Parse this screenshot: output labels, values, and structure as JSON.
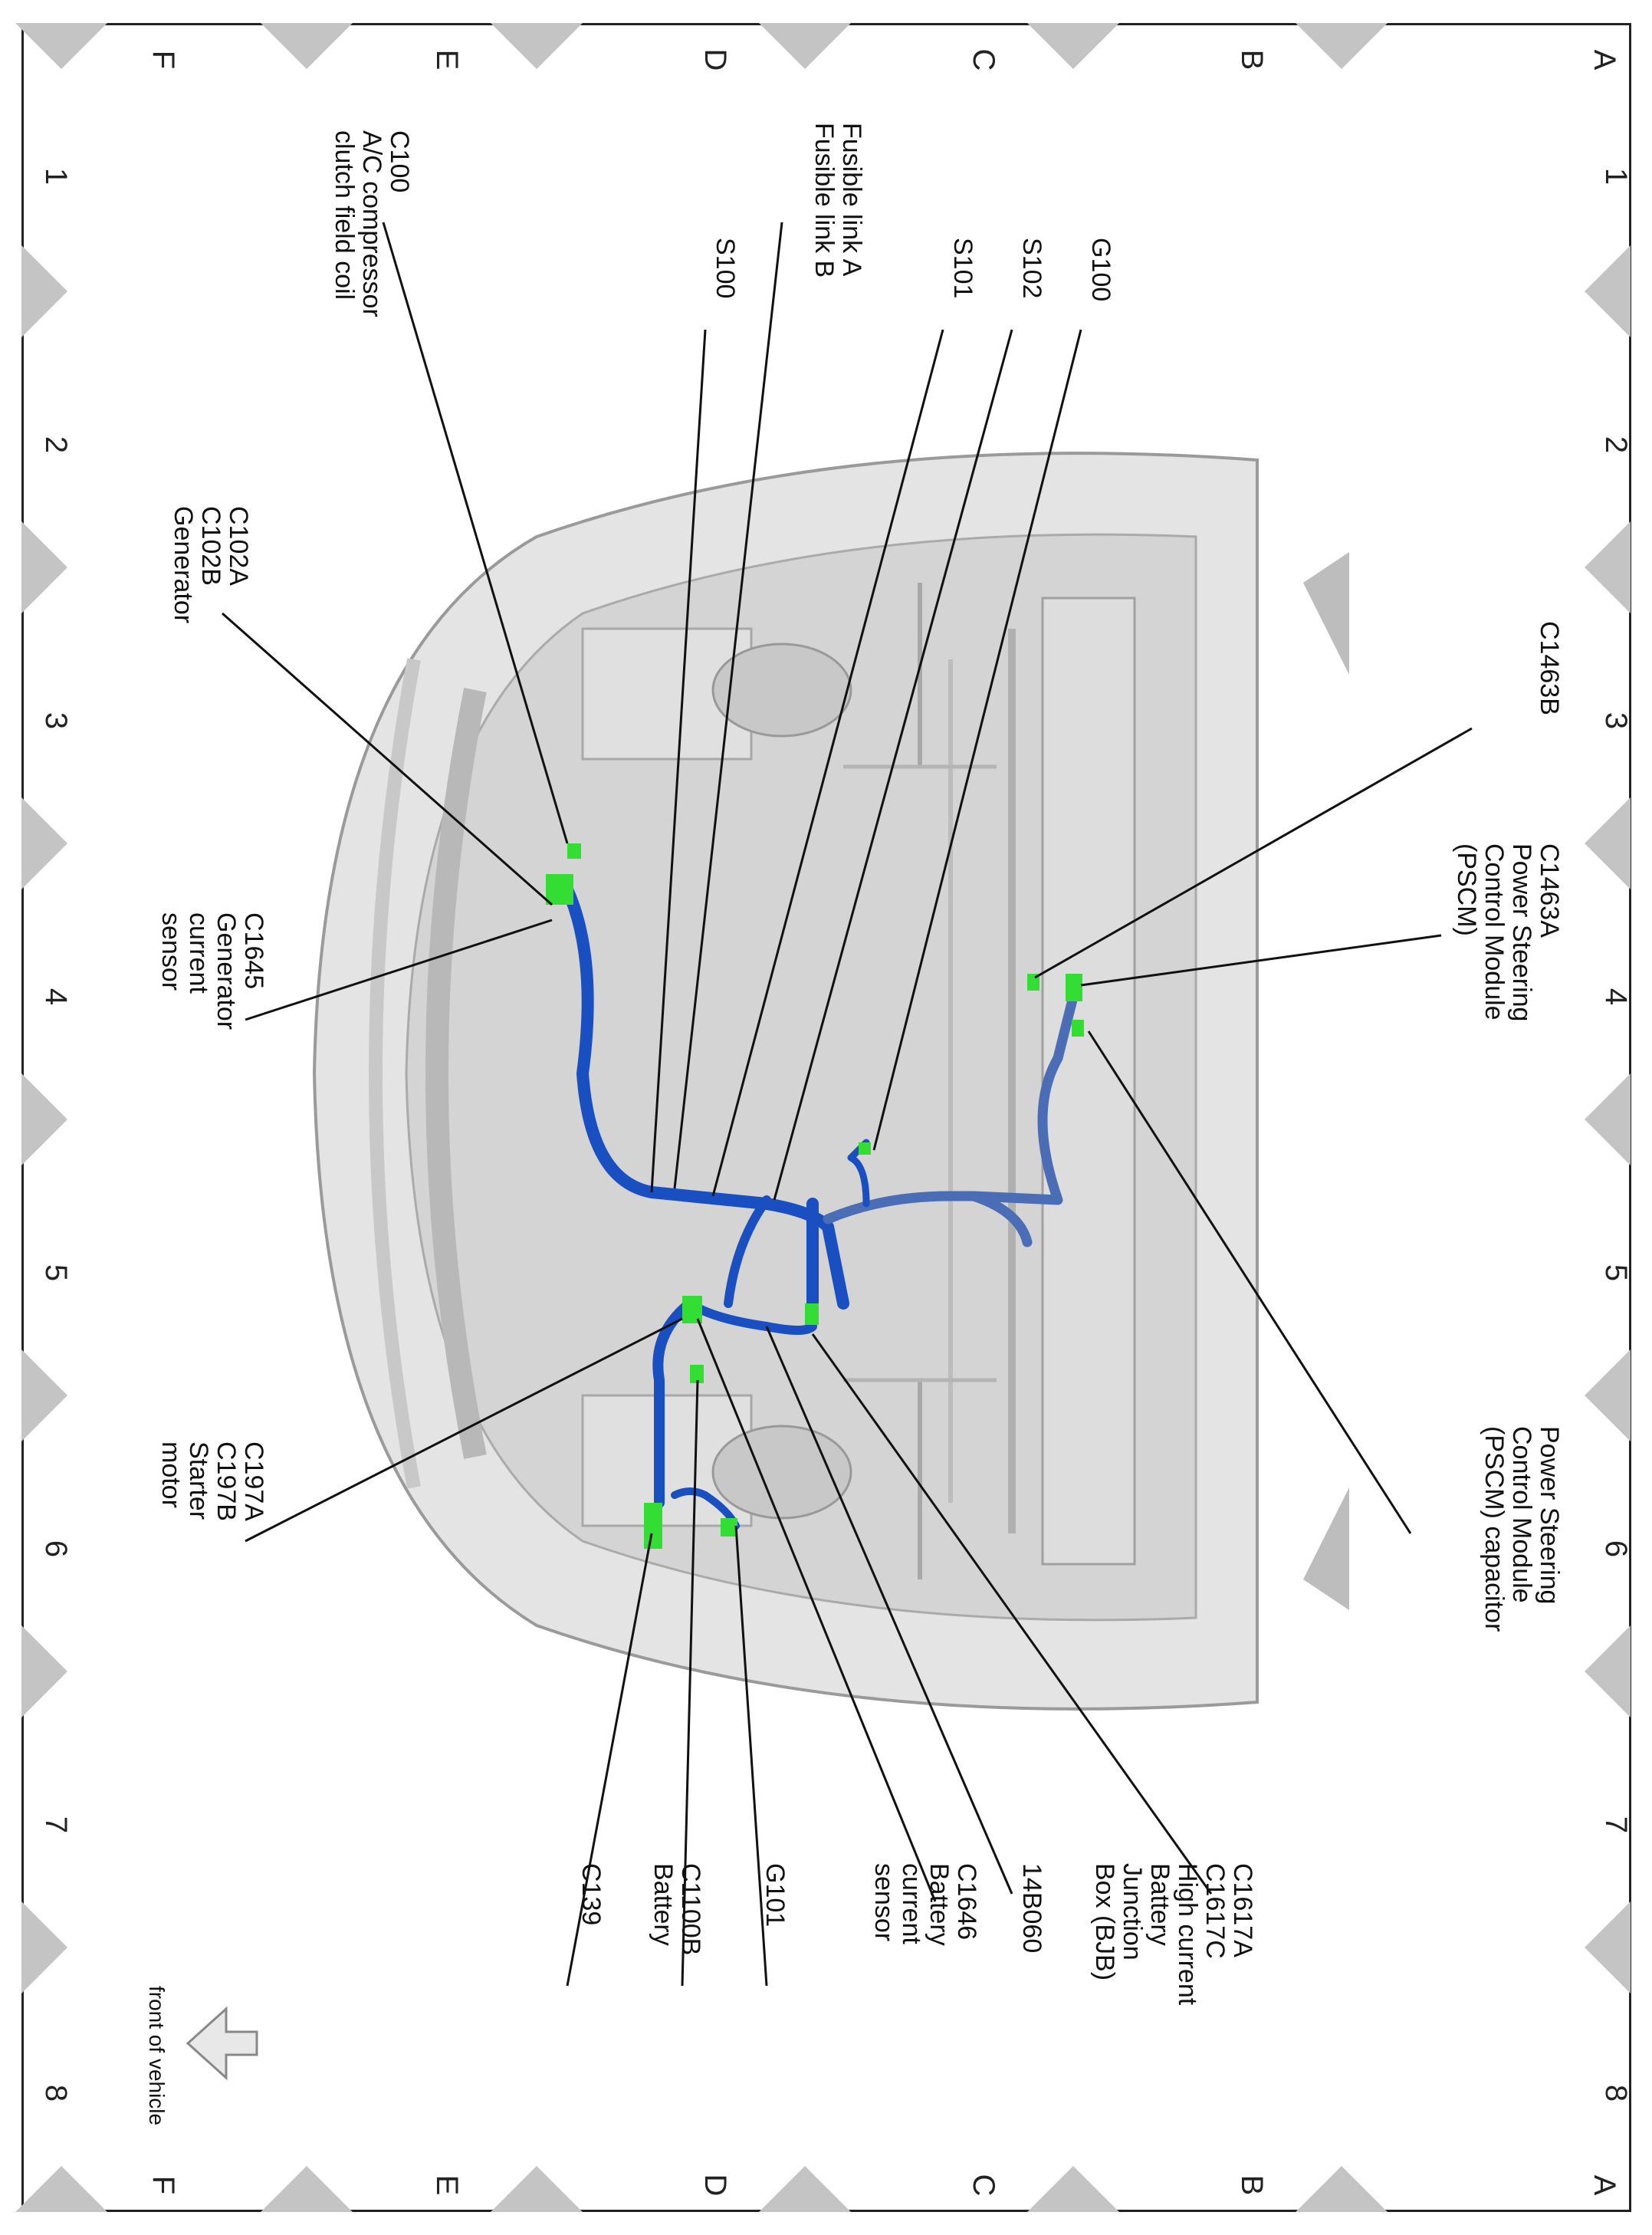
{
  "grid": {
    "rows": [
      "A",
      "B",
      "C",
      "D",
      "E",
      "F"
    ],
    "columns": [
      "1",
      "2",
      "3",
      "4",
      "5",
      "6",
      "7",
      "8"
    ]
  },
  "labels": {
    "c100": [
      "C100",
      "A/C compressor",
      "clutch field coil"
    ],
    "fusible": [
      "Fusible link A",
      "Fusible link B"
    ],
    "s100": [
      "S100"
    ],
    "s101": [
      "S101"
    ],
    "s102": [
      "S102"
    ],
    "g100": [
      "G100"
    ],
    "c1463b": [
      "C1463B"
    ],
    "c1463a": [
      "C1463A",
      "Power Steering",
      "Control Module",
      "(PSCM)"
    ],
    "pscm_cap": [
      "Power Steering",
      "Control Module",
      "(PSCM) capacitor"
    ],
    "c102": [
      "C102A",
      "C102B",
      "Generator"
    ],
    "c1645": [
      "C1645",
      "Generator",
      "current",
      "sensor"
    ],
    "c197": [
      "C197A",
      "C197B",
      "Starter",
      "motor"
    ],
    "c139": [
      "C139"
    ],
    "c1100b": [
      "C1100B",
      "Battery"
    ],
    "g101": [
      "G101"
    ],
    "c1646": [
      "C1646",
      "Battery",
      "current",
      "sensor"
    ],
    "b14b060": [
      "14B060"
    ],
    "c1617": [
      "C1617A",
      "C1617C",
      "High current",
      "Battery",
      "Junction",
      "Box (BJB)"
    ]
  },
  "front_of_vehicle": "front of vehicle",
  "colors": {
    "harness": "#1a4fc2",
    "connector": "#33dd33",
    "vehicle_body": "#cfcfcf",
    "grid_marker": "#c4c4c4"
  }
}
